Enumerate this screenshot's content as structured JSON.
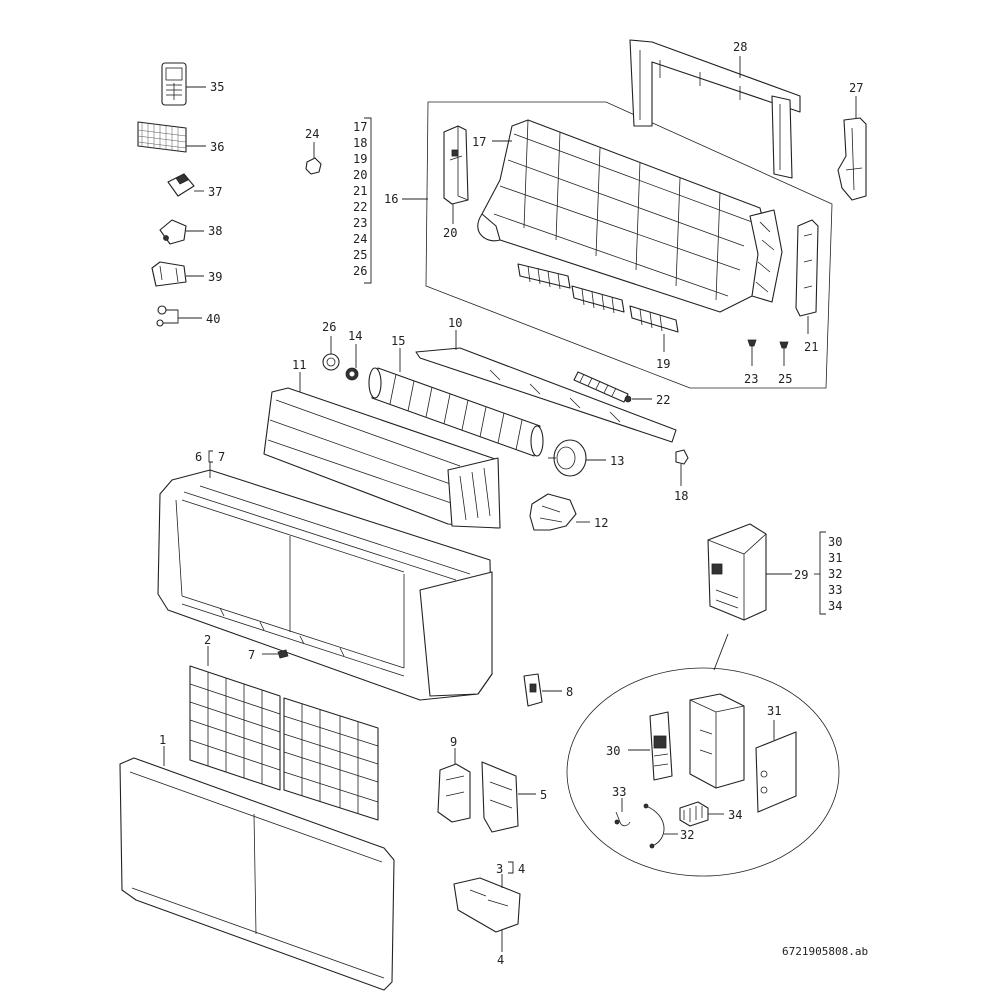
{
  "document_ref": "6721905808.ab",
  "labels": {
    "p1": "1",
    "p2": "2",
    "p3": "3",
    "p4a": "4",
    "p4b": "4",
    "p5": "5",
    "p6": "6",
    "p7a": "7",
    "p7b": "7",
    "p8": "8",
    "p9": "9",
    "p10": "10",
    "p11": "11",
    "p12": "12",
    "p13": "13",
    "p14": "14",
    "p15": "15",
    "p16": "16",
    "p17": "17",
    "p18": "18",
    "p19": "19",
    "p20": "20",
    "p21": "21",
    "p22": "22",
    "p23": "23",
    "p24": "24",
    "p25": "25",
    "p26": "26",
    "p27": "27",
    "p28": "28",
    "p29": "29",
    "p30": "30",
    "p31": "31",
    "p32": "32",
    "p33": "33",
    "p34": "34",
    "p35": "35",
    "p36": "36",
    "p37": "37",
    "p38": "38",
    "p39": "39",
    "p40": "40"
  },
  "group_16_list": [
    "17",
    "18",
    "19",
    "20",
    "21",
    "22",
    "23",
    "24",
    "25",
    "26"
  ],
  "group_29_list": [
    "30",
    "31",
    "32",
    "33",
    "34"
  ]
}
